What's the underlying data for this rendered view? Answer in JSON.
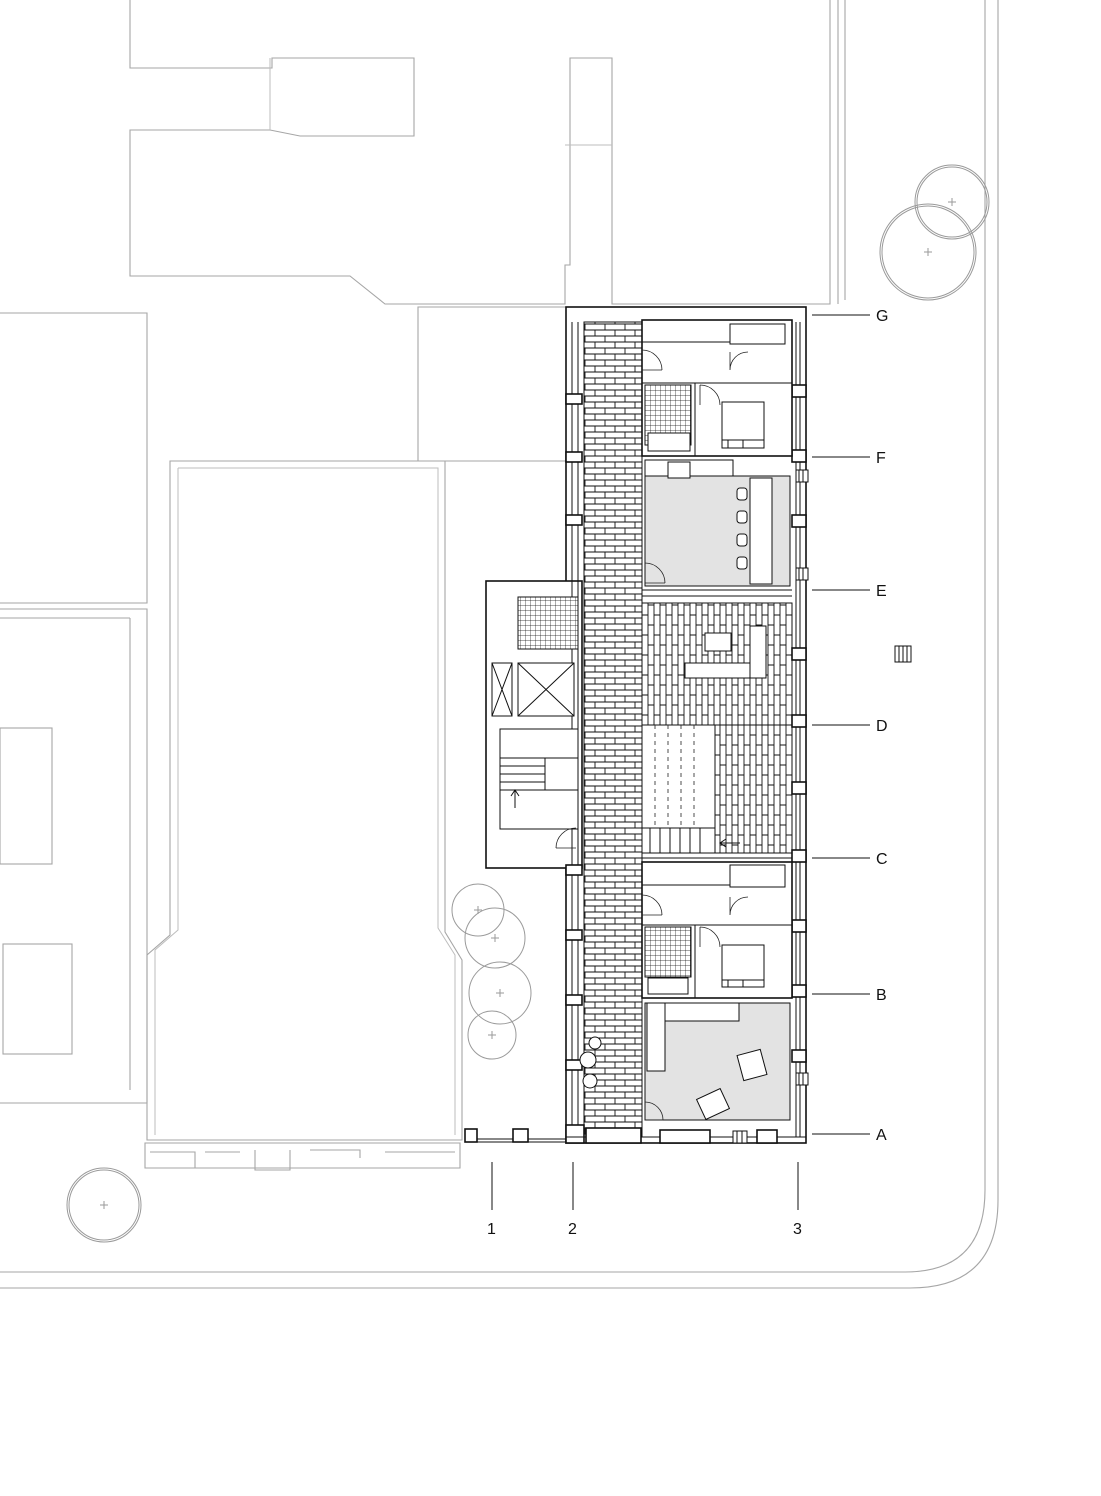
{
  "drawing": {
    "kind": "architectural floor plan",
    "colors": {
      "context_lines": "#a6a6a6",
      "walls": "#111111",
      "room_fill": "#e3e3e3",
      "background": "#ffffff"
    }
  },
  "grid": {
    "rows": [
      "A",
      "B",
      "C",
      "D",
      "E",
      "F",
      "G"
    ],
    "columns": [
      "1",
      "2",
      "3"
    ]
  },
  "icons": [
    "tree-icon",
    "bed-icon",
    "chair-icon",
    "radiator-icon",
    "stair-arrow-icon",
    "elevator-icon"
  ]
}
